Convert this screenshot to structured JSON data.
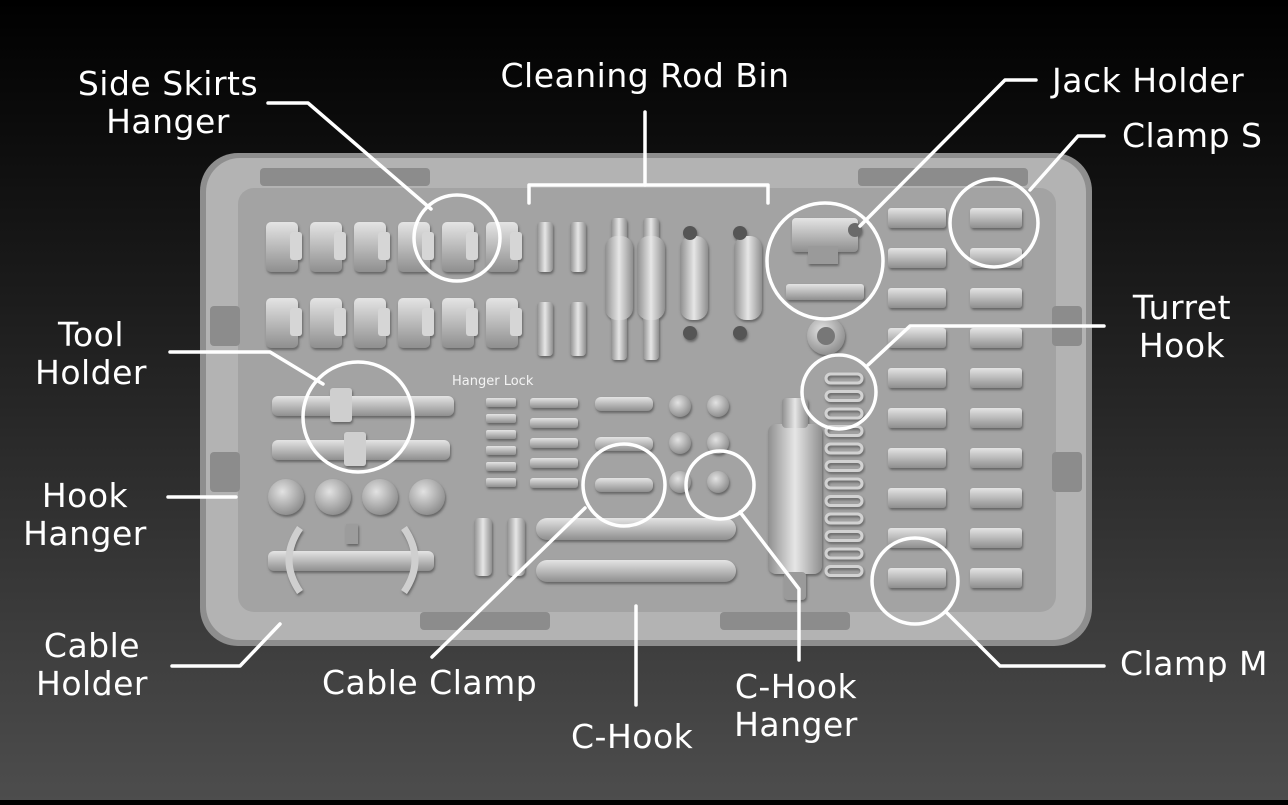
{
  "labels": {
    "side_skirts_hanger": [
      "Side Skirts",
      "Hanger"
    ],
    "cleaning_rod_bin": "Cleaning Rod Bin",
    "jack_holder": "Jack Holder",
    "clamp_s": "Clamp S",
    "tool_holder": [
      "Tool",
      "Holder"
    ],
    "turret_hook": [
      "Turret",
      "Hook"
    ],
    "hanger_lock": "Hanger Lock",
    "hook_hanger": [
      "Hook",
      "Hanger"
    ],
    "cable_holder": [
      "Cable",
      "Holder"
    ],
    "cable_clamp": "Cable Clamp",
    "c_hook": "C-Hook",
    "c_hook_hanger": [
      "C-Hook",
      "Hanger"
    ],
    "clamp_m": "Clamp M"
  },
  "colors": {
    "background_top": "#000000",
    "background_bottom": "#4d4d4d",
    "tray": "#a9a9a9",
    "tray_floor": "#9c9c9c",
    "parts": "#c9c9c9",
    "callout": "#ffffff"
  }
}
